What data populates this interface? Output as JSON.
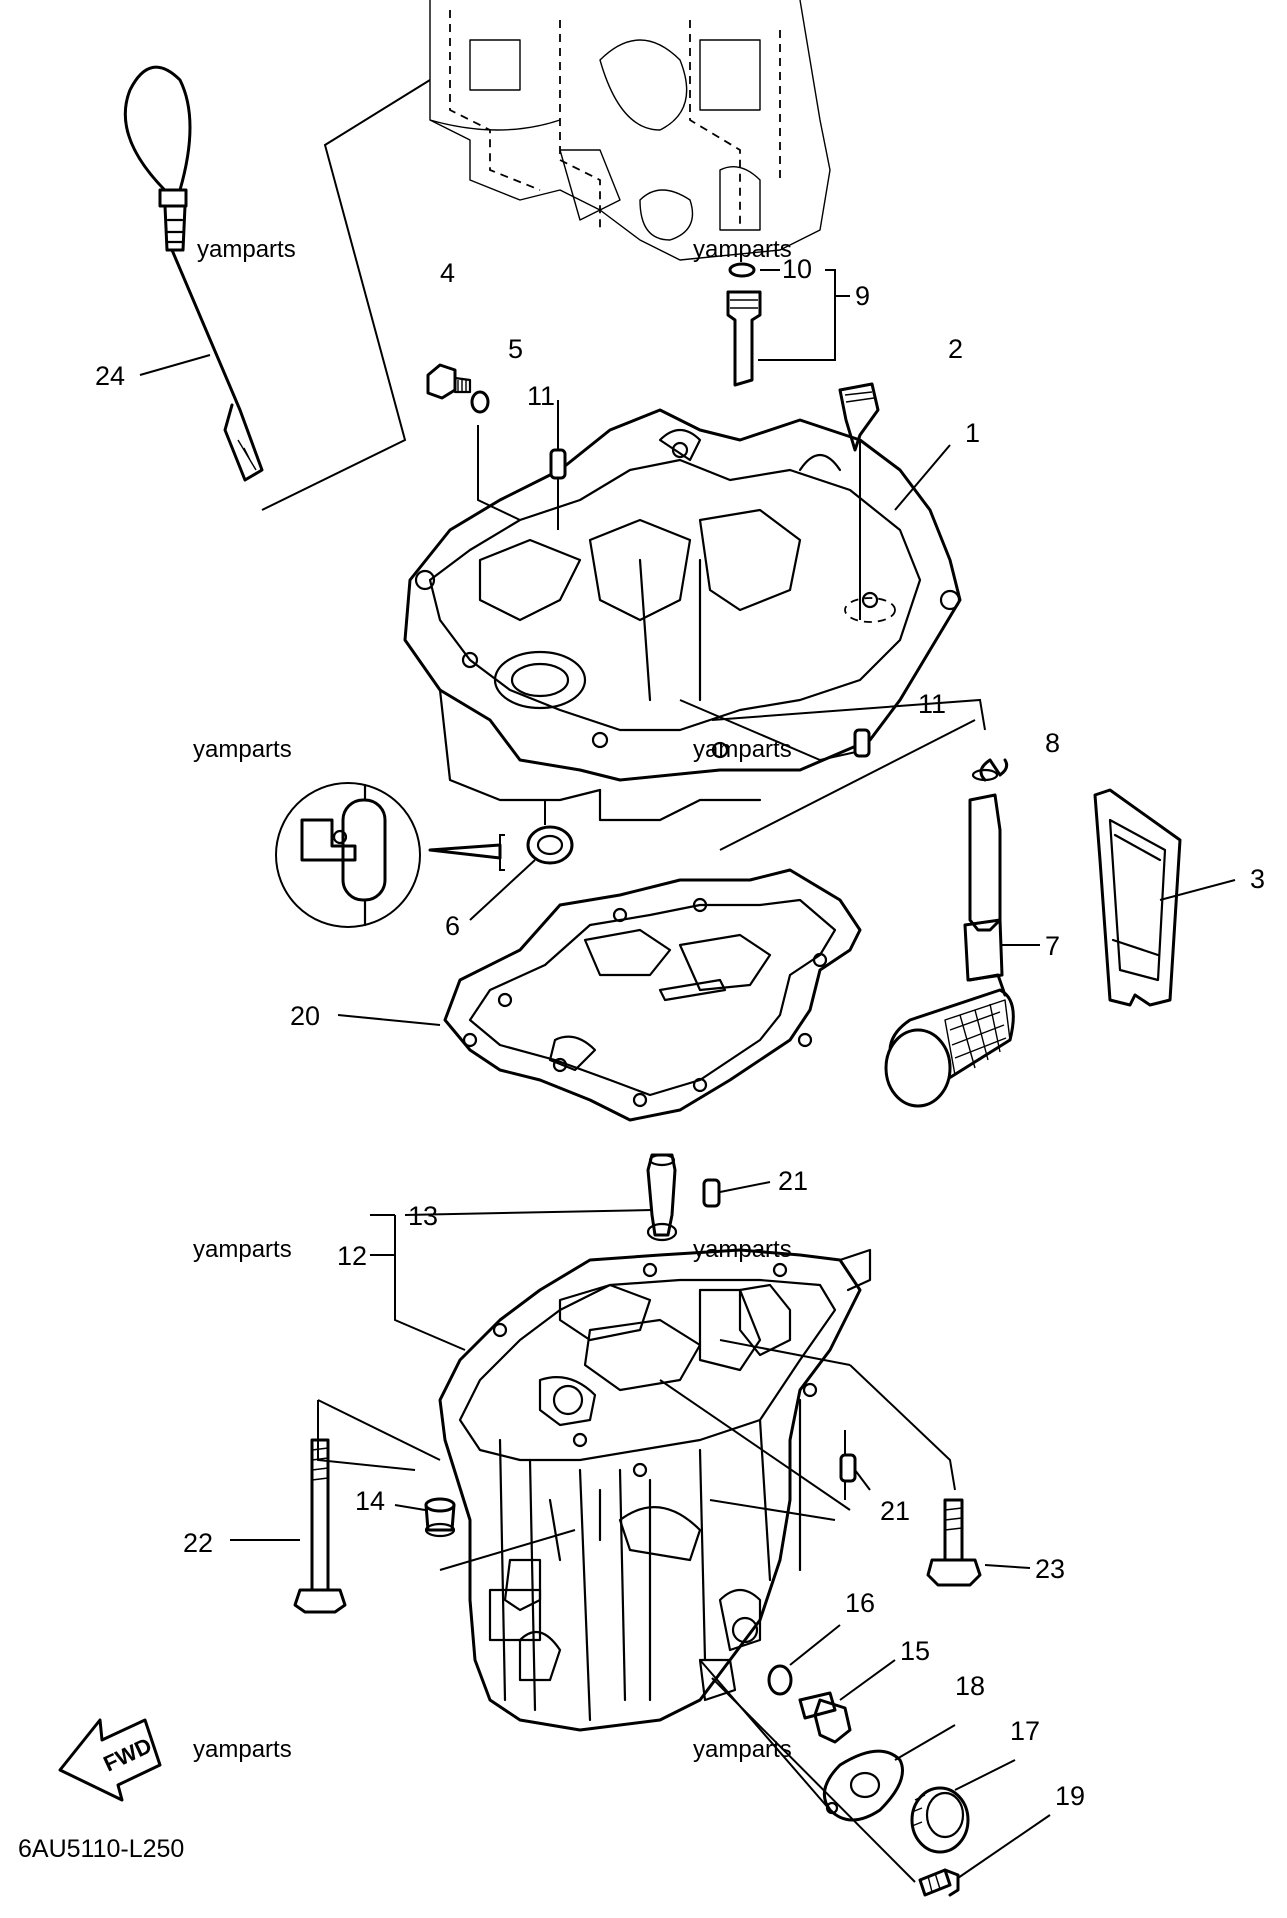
{
  "diagram": {
    "code": "6AU5110-L250",
    "watermark": "yamparts",
    "fwd_label": "FWD",
    "part_numbers": [
      "1",
      "2",
      "3",
      "4",
      "5",
      "6",
      "7",
      "8",
      "9",
      "10",
      "11",
      "11",
      "12",
      "13",
      "14",
      "15",
      "16",
      "17",
      "18",
      "19",
      "20",
      "21",
      "21",
      "22",
      "23",
      "24"
    ]
  }
}
